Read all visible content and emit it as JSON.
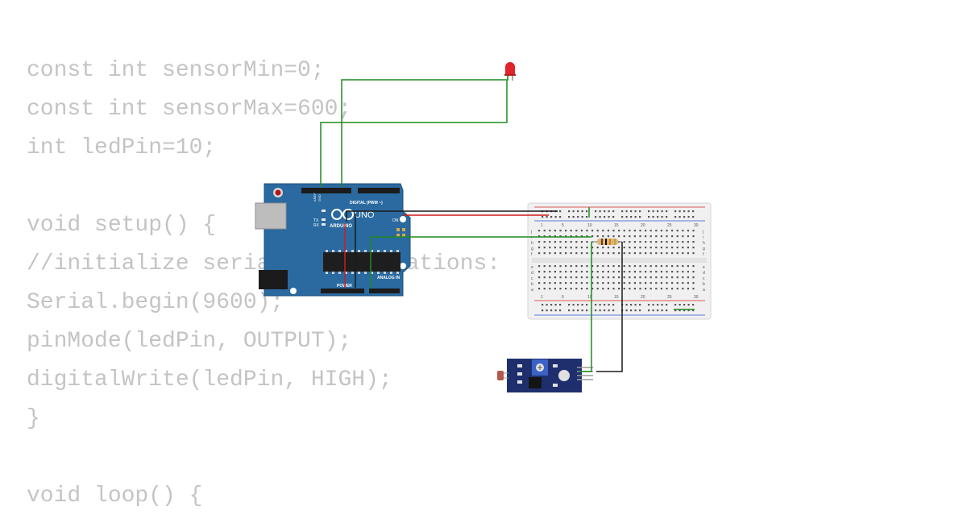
{
  "code": {
    "lines": [
      "const int sensorMin=0;",
      "const int sensorMax=600;",
      "int ledPin=10;",
      "",
      "void setup() {",
      "//initialize serial communications:",
      "Serial.begin(9600);",
      "pinMode(ledPin, OUTPUT);",
      "digitalWrite(ledPin, HIGH);",
      "}",
      "",
      "void loop() {"
    ]
  },
  "arduino": {
    "board_color": "#2a6aa0",
    "logo": "ARDUINO",
    "model": "UNO",
    "digital_header": "DIGITAL (PWM ~)",
    "power_header": "POWER",
    "analog_header": "ANALOG IN",
    "on_label": "ON",
    "tx_label": "TX",
    "rx_label": "RX",
    "aref_label": "AREF",
    "gnd_label": "GND"
  },
  "breadboard": {
    "column_numbers": [
      "1",
      "5",
      "10",
      "15",
      "20",
      "25",
      "30"
    ],
    "row_letters_top": [
      "j",
      "i",
      "h",
      "g",
      "f"
    ],
    "row_letters_bottom": [
      "e",
      "d",
      "c",
      "b",
      "a"
    ]
  },
  "colors": {
    "wire_green": "#1f8a1f",
    "wire_red": "#d11a1a",
    "wire_black": "#1a1a1a",
    "led_red": "#e0242a",
    "sensor_module": "#1f2f6e"
  }
}
